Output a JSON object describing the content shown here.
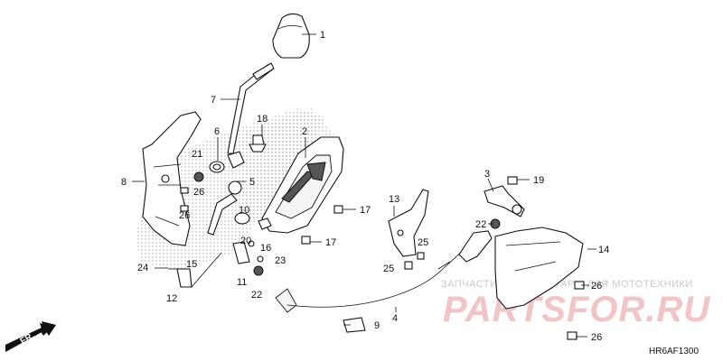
{
  "parts": {
    "p1": "1",
    "p2": "2",
    "p3": "3",
    "p4": "4",
    "p5": "5",
    "p6": "6",
    "p7": "7",
    "p8": "8",
    "p9": "9",
    "p10": "10",
    "p11": "11",
    "p12": "12",
    "p13": "13",
    "p14": "14",
    "p15": "15",
    "p16": "16",
    "p17a": "17",
    "p17b": "17",
    "p18": "18",
    "p19": "19",
    "p20": "20",
    "p21": "21",
    "p22a": "22",
    "p22b": "22",
    "p23": "23",
    "p24": "24",
    "p25a": "25",
    "p25b": "25",
    "p26a": "26",
    "p26b": "26",
    "p26c": "26",
    "p26d": "26"
  },
  "direction_label": "FR.",
  "diagram_code": "HR6AF1300",
  "watermark": {
    "tagline": "ЗАПЧАСТИ И АКСЕССУАРЫ ДЛЯ МОТОТЕХНИКИ",
    "logo": "PARTSFOR.RU"
  }
}
